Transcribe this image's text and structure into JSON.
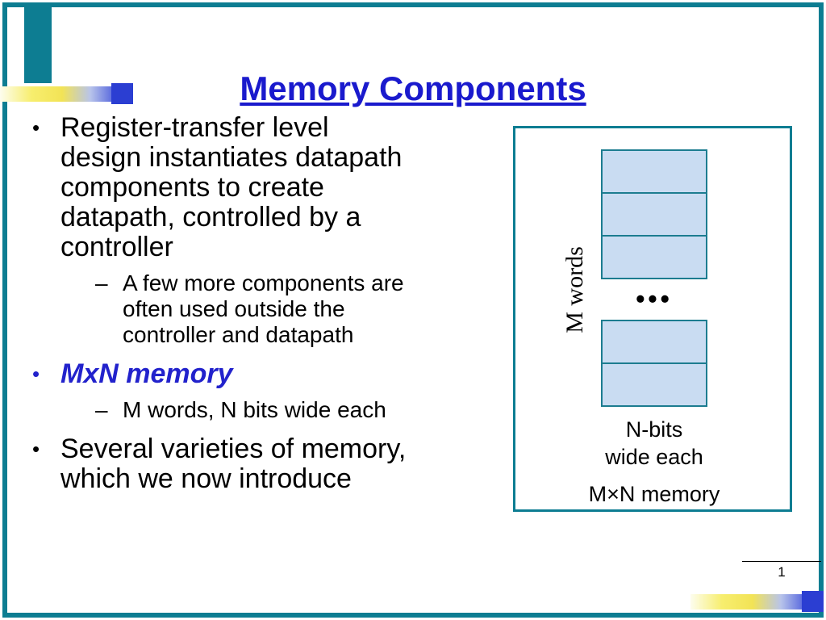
{
  "slide": {
    "title": "Memory Components",
    "page_number": "1"
  },
  "bullets": [
    {
      "marker": "•",
      "text": "Register-transfer level design instantiates datapath components to create datapath, controlled by a controller"
    },
    {
      "marker": "–",
      "text": "A few more components are often used outside the controller and datapath"
    },
    {
      "marker": "•",
      "text": "MxN memory"
    },
    {
      "marker": "–",
      "text": "M words, N bits wide each"
    },
    {
      "marker": "•",
      "text": "Several varieties of memory, which we now introduce"
    }
  ],
  "diagram": {
    "m_words_label": "M words",
    "dots": "•••",
    "n_bits_line1": "N-bits",
    "n_bits_line2": "wide each",
    "caption": "M×N memory"
  },
  "colors": {
    "frame_teal": "#0d7d92",
    "title_blue": "#1a1acd",
    "accent_blue": "#2222cc",
    "memory_cell_fill": "#c9dcf2",
    "memory_cell_border": "#1c7c90",
    "gradient_yellow": "#f2e356",
    "gradient_blue": "#2b3ed2"
  }
}
